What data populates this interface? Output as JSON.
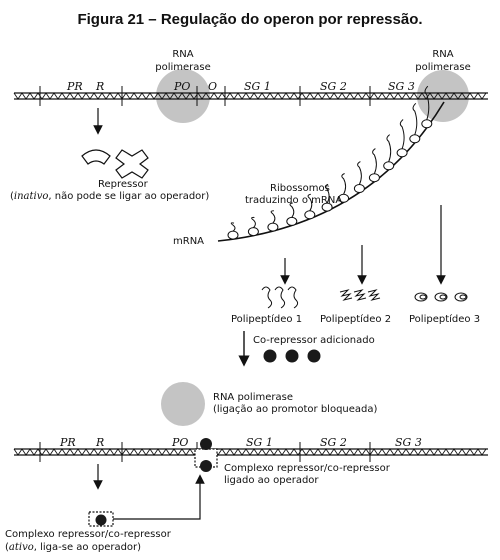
{
  "title": "Figura 21 – Regulação do operon por repressão.",
  "colors": {
    "polymerase": "#c4c4c4",
    "ink": "#111111",
    "repressor_fill": "#2a2a2a"
  },
  "top_panel": {
    "gene_labels": {
      "pr": "PR",
      "r": "R",
      "po": "PO",
      "o": "O",
      "sg1": "SG 1",
      "sg2": "SG 2",
      "sg3": "SG 3"
    },
    "polymerase_left": {
      "line1": "RNA",
      "line2": "polimerase"
    },
    "polymerase_right": {
      "line1": "RNA",
      "line2": "polimerase"
    },
    "repressor": {
      "label": "Repressor",
      "desc_italic": "inativo",
      "desc_rest": ", não pode se ligar ao operador)"
    },
    "ribosomes": {
      "line1": "Ribossomos",
      "line2": "traduzindo o mRNA"
    },
    "mrna": "mRNA",
    "polypeptides": [
      "Polipeptídeo 1",
      "Polipeptídeo 2",
      "Polipeptídeo 3"
    ],
    "corepressor": "Co-repressor adicionado"
  },
  "bottom_panel": {
    "polymerase": {
      "line1": "RNA polimerase",
      "line2": "(ligação ao promotor bloqueada)"
    },
    "gene_labels": {
      "pr": "PR",
      "r": "R",
      "po": "PO",
      "sg1": "SG 1",
      "sg2": "SG 2",
      "sg3": "SG 3"
    },
    "bound_complex": {
      "line1": "Complexo repressor/co-repressor",
      "line2": "ligado ao operador"
    },
    "free_complex": {
      "line1": "Complexo repressor/co-repressor",
      "desc_italic": "ativo",
      "desc_rest": ", liga-se ao operador)"
    }
  }
}
